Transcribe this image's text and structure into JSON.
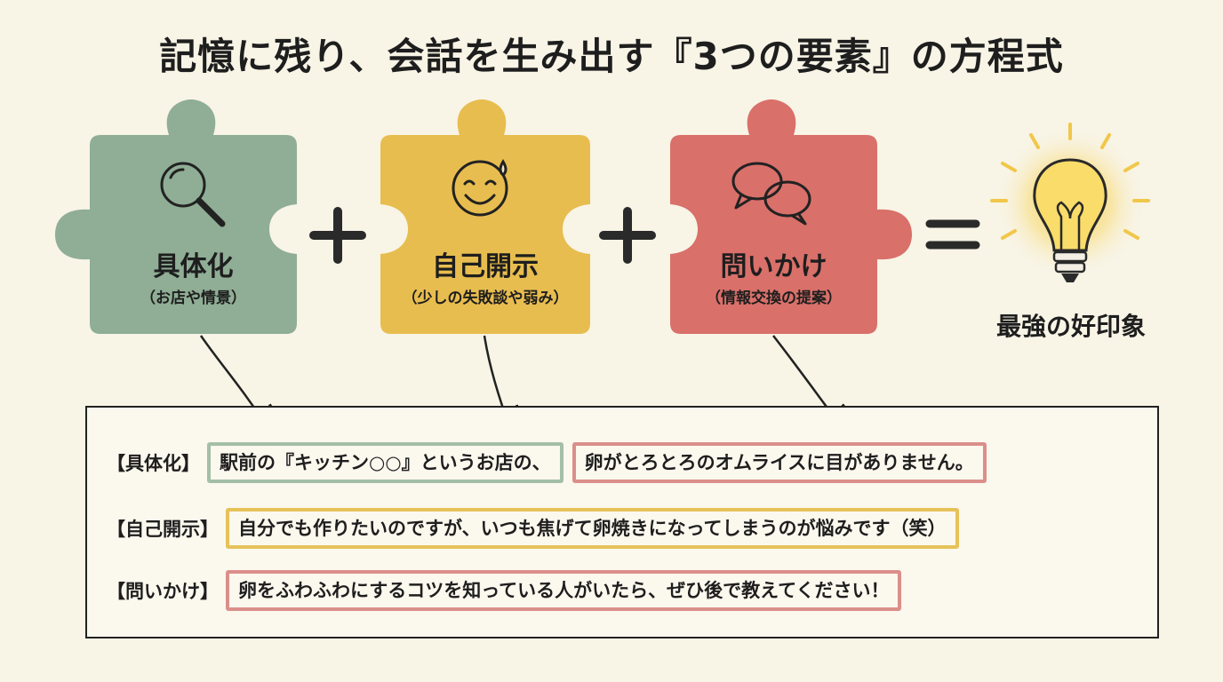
{
  "title": "記憶に残り、会話を生み出す『3つの要素』の方程式",
  "colors": {
    "green": "#8fae95",
    "yellow": "#e8bd4f",
    "red": "#d9706a",
    "bulb_glow": "#f6cf4a",
    "background": "#f8f4e6"
  },
  "pieces": [
    {
      "title": "具体化",
      "subtitle": "（お店や情景）",
      "icon": "magnifier-icon",
      "color": "#8fae95"
    },
    {
      "title": "自己開示",
      "subtitle": "（少しの失敗談や弱み）",
      "icon": "smile-icon",
      "color": "#e8bd4f"
    },
    {
      "title": "問いかけ",
      "subtitle": "（情報交換の提案）",
      "icon": "speech-bubbles-icon",
      "color": "#d9706a"
    }
  ],
  "operators": {
    "plus": "+",
    "equals": "="
  },
  "result": {
    "label": "最強の好印象",
    "icon": "lightbulb-icon"
  },
  "examples": [
    {
      "label": "【具体化】",
      "segments": [
        {
          "text": "駅前の『キッチン○○』というお店の、",
          "color": "green"
        },
        {
          "text": "卵がとろとろのオムライスに目がありません。",
          "color": "red"
        }
      ]
    },
    {
      "label": "【自己開示】",
      "segments": [
        {
          "text": "自分でも作りたいのですが、いつも焦げて卵焼きになってしまうのが悩みです（笑）",
          "color": "yellow"
        }
      ]
    },
    {
      "label": "【問いかけ】",
      "segments": [
        {
          "text": "卵をふわふわにするコツを知っている人がいたら、ぜひ後で教えてください！",
          "color": "red"
        }
      ]
    }
  ]
}
